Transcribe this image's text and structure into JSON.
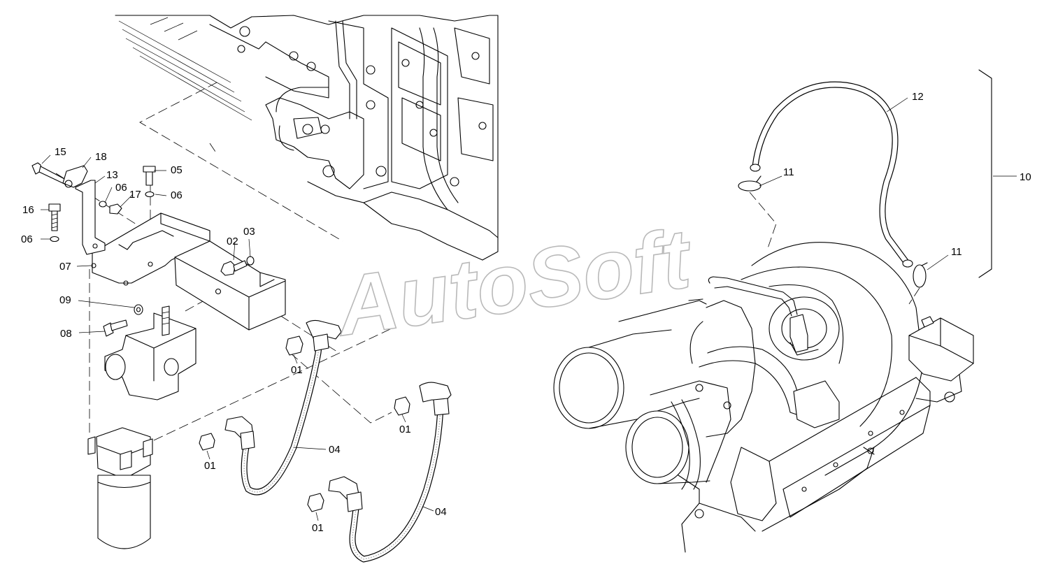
{
  "watermark": "AutoSoft",
  "labels": {
    "l15": "15",
    "l18": "18",
    "l13": "13",
    "l05": "05",
    "l06a": "06",
    "l17": "17",
    "l06b": "06",
    "l16": "16",
    "l06c": "06",
    "l02": "02",
    "l03": "03",
    "l07": "07",
    "l09": "09",
    "l08": "08",
    "l01a": "01",
    "l01b": "01",
    "l01c": "01",
    "l01d": "01",
    "l04a": "04",
    "l04b": "04",
    "l12": "12",
    "l11a": "11",
    "l10": "10",
    "l11b": "11"
  }
}
